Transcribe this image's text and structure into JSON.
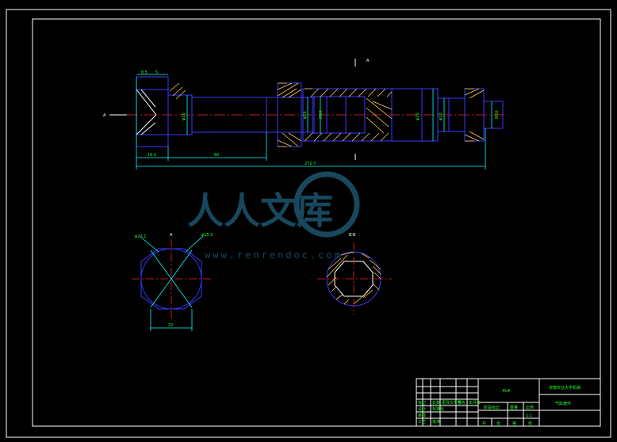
{
  "drawing": {
    "section_mark_top": "A",
    "view_label_left": "A",
    "view_label_circle": "A",
    "view_label_section": "B-B",
    "dimensions": {
      "top_1": "8.5",
      "top_2": "5",
      "dia_1": "φ16",
      "dia_2": "φ16",
      "dia_3": "M20",
      "dia_4": "φ20",
      "dia_5": "φ10",
      "dia_6": "M16",
      "len_1": "16.5",
      "len_2": "60",
      "len_overall": "272.7",
      "circle_dia": "φ27.1",
      "circle_r": "φ15.5",
      "circle_width": "22"
    }
  },
  "watermark": {
    "chinese": "人人文库",
    "url": "www.renrendoc.com"
  },
  "title_block": {
    "part_name": "45#",
    "school": "安徽农业大学机械",
    "drawing_name": "气缸盘件",
    "cells": [
      "标记",
      "处数",
      "分区",
      "更改文件号",
      "签名",
      "年月日",
      "设计",
      "标准化",
      "审核",
      "工艺",
      "批准",
      "阶段标记",
      "重量",
      "比例",
      "共",
      "张",
      "第",
      "张",
      "1:1"
    ]
  }
}
